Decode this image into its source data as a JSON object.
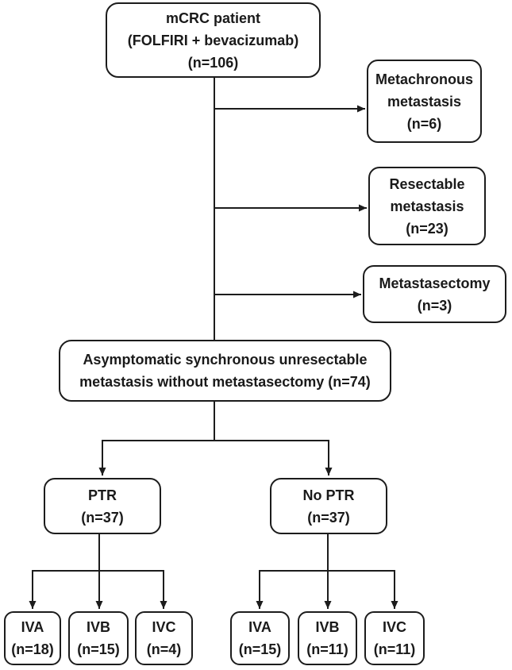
{
  "figure": {
    "background": "#ffffff",
    "line_color": "#1c1c1c",
    "text_color": "#1a1a1a"
  },
  "nodes": {
    "root": {
      "lines": [
        "mCRC patient",
        "(FOLFIRI + bevacizumab)",
        "(n=106)"
      ]
    },
    "metachronous": {
      "lines": [
        "Metachronous",
        "metastasis",
        "(n=6)"
      ]
    },
    "resectable": {
      "lines": [
        "Resectable",
        "metastasis",
        "(n=23)"
      ]
    },
    "metastasectomy": {
      "lines": [
        "Metastasectomy",
        "(n=3)"
      ]
    },
    "asymptomatic": {
      "lines": [
        "Asymptomatic synchronous unresectable",
        "metastasis without metastasectomy (n=74)"
      ]
    },
    "ptr": {
      "lines": [
        "PTR",
        "(n=37)"
      ]
    },
    "no_ptr": {
      "lines": [
        "No PTR",
        "(n=37)"
      ]
    },
    "ptr_iva": {
      "lines": [
        "IVA",
        "(n=18)"
      ]
    },
    "ptr_ivb": {
      "lines": [
        "IVB",
        "(n=15)"
      ]
    },
    "ptr_ivc": {
      "lines": [
        "IVC",
        "(n=4)"
      ]
    },
    "no_ptr_iva": {
      "lines": [
        "IVA",
        "(n=15)"
      ]
    },
    "no_ptr_ivb": {
      "lines": [
        "IVB",
        "(n=11)"
      ]
    },
    "no_ptr_ivc": {
      "lines": [
        "IVC",
        "(n=11)"
      ]
    }
  }
}
